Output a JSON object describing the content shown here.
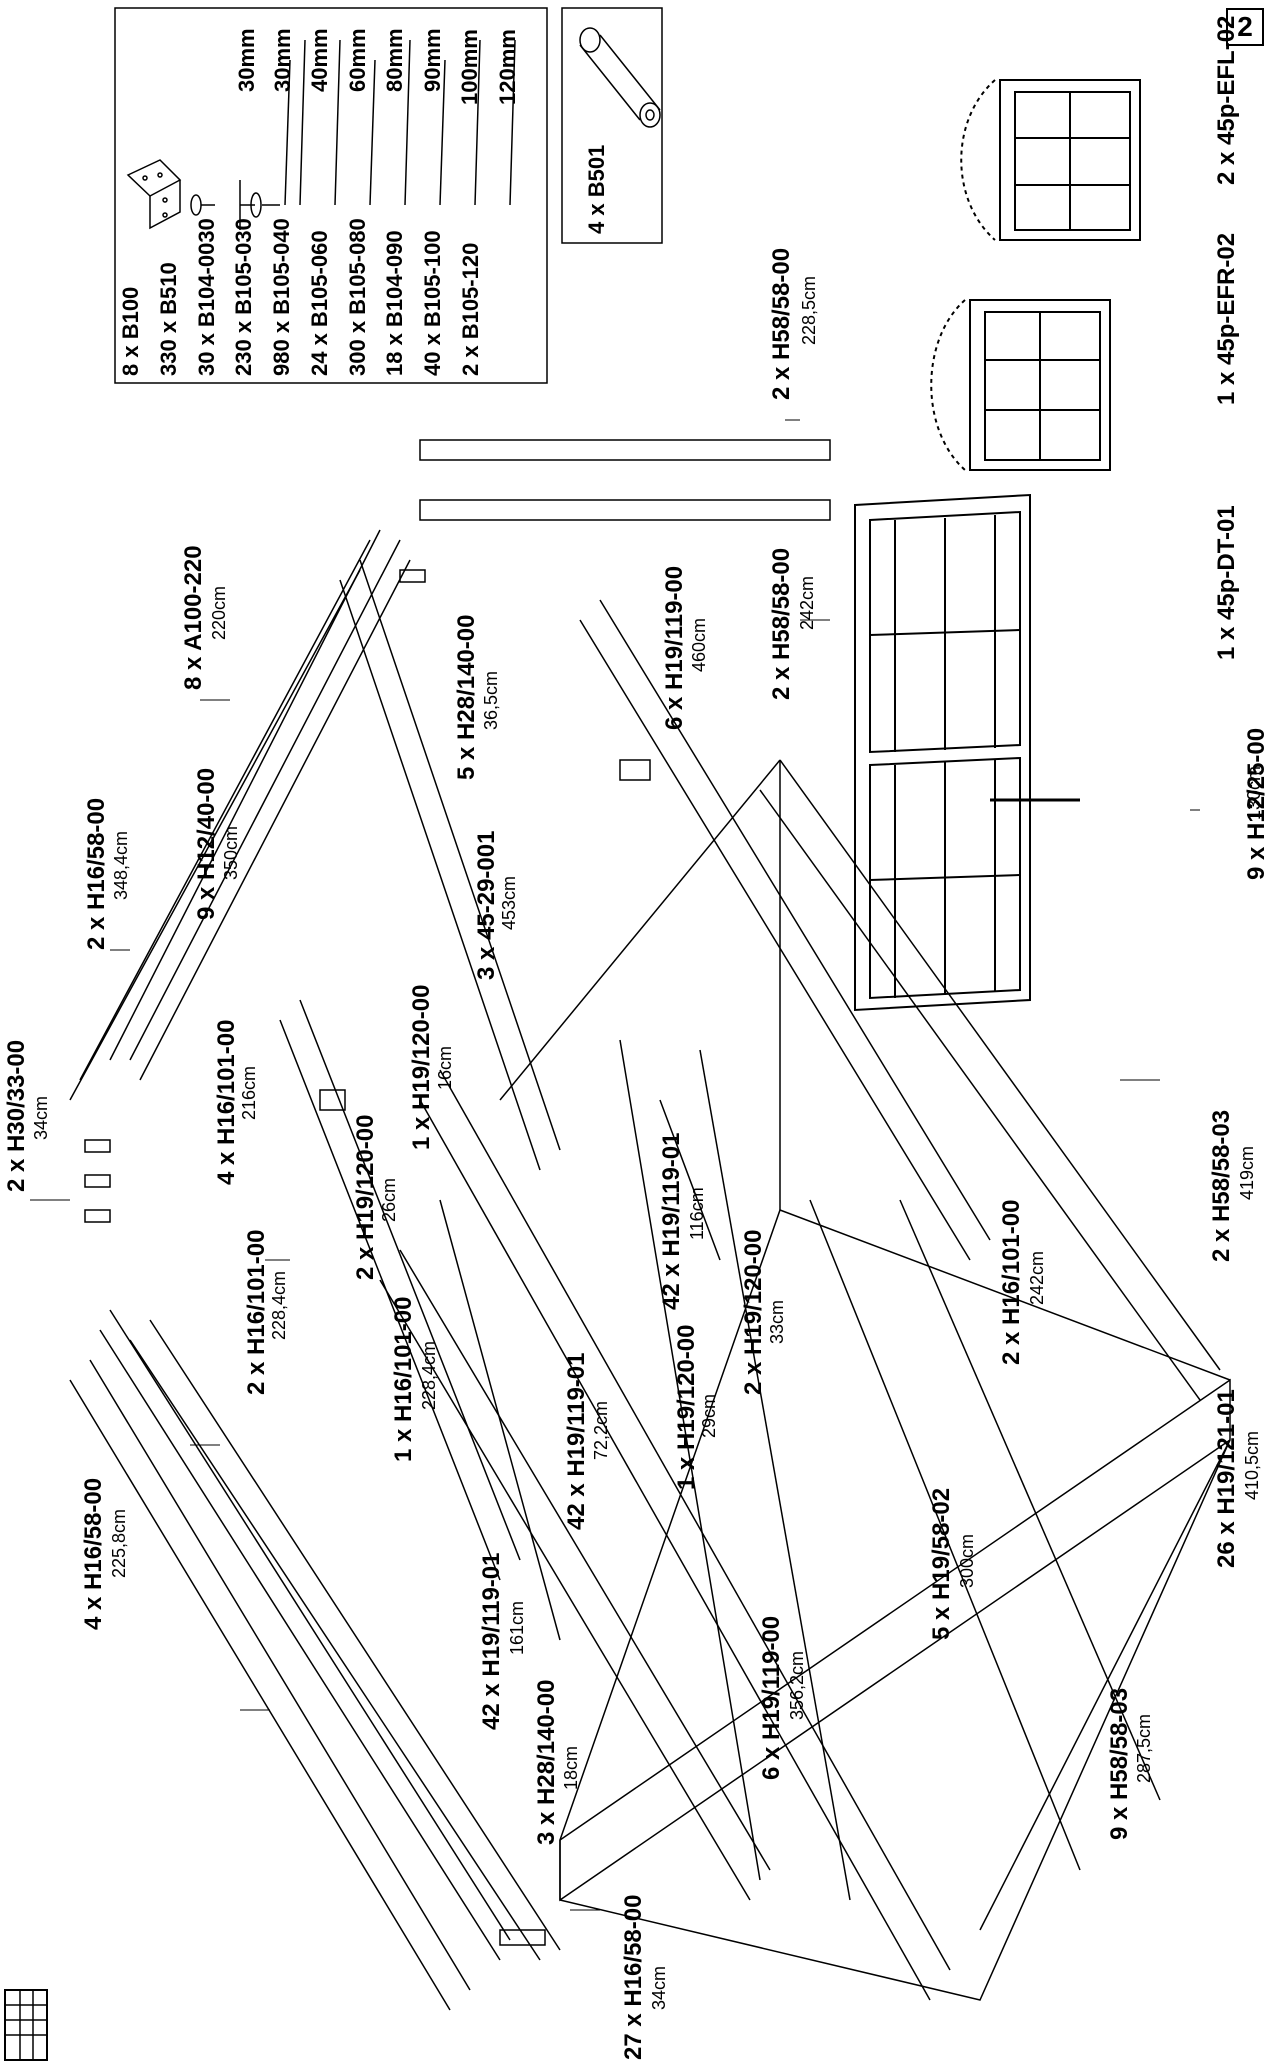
{
  "page_number": "2",
  "hardware": {
    "items": [
      {
        "qty": "8 x B100",
        "size": ""
      },
      {
        "qty": "330 x B510",
        "size": ""
      },
      {
        "qty": "30  x B104-0030",
        "size": "30mm"
      },
      {
        "qty": "230 x B105-030",
        "size": "30mm"
      },
      {
        "qty": "980 x B105-040",
        "size": "40mm"
      },
      {
        "qty": "24  x B105-060",
        "size": "60mm"
      },
      {
        "qty": "300 x B105-080",
        "size": "80mm"
      },
      {
        "qty": "18  x B104-090",
        "size": "90mm"
      },
      {
        "qty": "40  x B105-100",
        "size": "100mm"
      },
      {
        "qty": "2    x B105-120",
        "size": "120mm"
      }
    ],
    "roll": "4 x B501"
  },
  "parts": [
    {
      "code": "27 x H16/58-00",
      "dim": "34cm"
    },
    {
      "code": "9 x H12/40-00",
      "dim": "350cm"
    },
    {
      "code": "4 x H16/58-00",
      "dim": "225,8cm"
    },
    {
      "code": "2 x H16/101-00",
      "dim": "228,4cm"
    },
    {
      "code": "2 x H30/33-00",
      "dim": "34cm"
    },
    {
      "code": "2 x H16/58-00",
      "dim": "348,4cm"
    },
    {
      "code": "8 x A100-220",
      "dim": "220cm"
    },
    {
      "code": "4 x H16/101-00",
      "dim": "216cm"
    },
    {
      "code": "2 x H19/120-00",
      "dim": "26cm"
    },
    {
      "code": "1 x H16/101-00",
      "dim": "228,4cm"
    },
    {
      "code": "1 x H19/120-00",
      "dim": "16cm"
    },
    {
      "code": "3 x 45-29-001",
      "dim": "453cm"
    },
    {
      "code": "5 x H28/140-00",
      "dim": "36,5cm"
    },
    {
      "code": "42 x H19/119-01",
      "dim": "161cm"
    },
    {
      "code": "42 x H19/119-01",
      "dim": "72,2cm"
    },
    {
      "code": "42 x H19/119-01",
      "dim": "116cm"
    },
    {
      "code": "3 x H28/140-00",
      "dim": "18cm"
    },
    {
      "code": "1 x H19/120-00",
      "dim": "29cm"
    },
    {
      "code": "2 x H19/120-00",
      "dim": "33cm"
    },
    {
      "code": "6 x H19/119-00",
      "dim": "356,2cm"
    },
    {
      "code": "5 x H19/58-02",
      "dim": "300cm"
    },
    {
      "code": "9 x H58/58-03",
      "dim": "287,5cm"
    },
    {
      "code": "2 x H16/101-00",
      "dim": "242cm"
    },
    {
      "code": "26 x H19/121-01",
      "dim": "410,5cm"
    },
    {
      "code": "2 x H58/58-03",
      "dim": "419cm"
    },
    {
      "code": "6 x H19/119-00",
      "dim": "460cm"
    },
    {
      "code": "2 x H58/58-00",
      "dim": "242cm"
    },
    {
      "code": "2 x H58/58-00",
      "dim": "228,5cm"
    },
    {
      "code": "9 x H12/25-00",
      "dim": "130cm"
    }
  ],
  "doors": [
    {
      "label": "1 x 45p-DT-01"
    },
    {
      "label": "1 x 45p-EFR-02"
    },
    {
      "label": "2 x 45p-EFL-02"
    }
  ]
}
